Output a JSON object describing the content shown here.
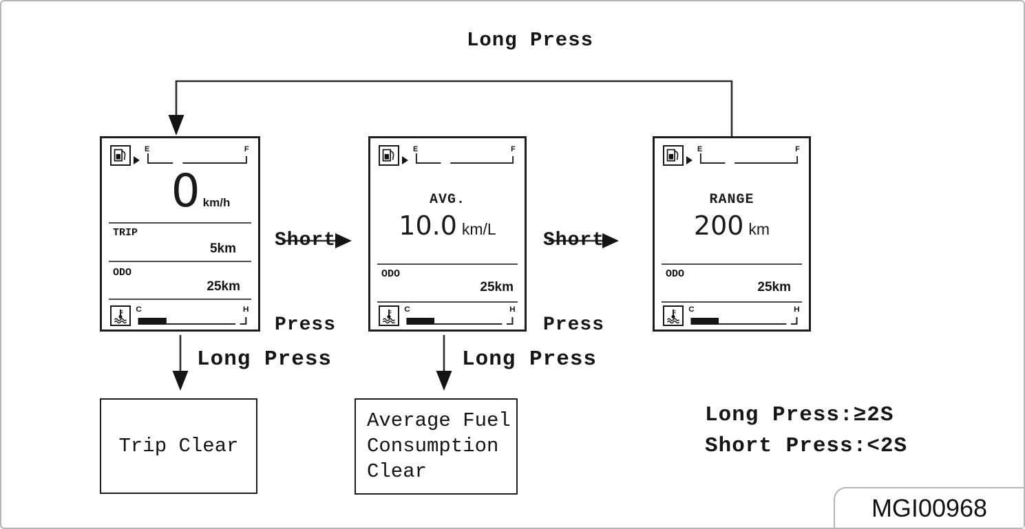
{
  "colors": {
    "ink": "#1a1a1a",
    "connector_line": "#2b2b2b",
    "frame_border": "#b5b5b5"
  },
  "flow": {
    "top_loop_label": "Long Press",
    "short_press_1": {
      "line1": "Short",
      "line2": "Press"
    },
    "short_press_2": {
      "line1": "Short",
      "line2": "Press"
    },
    "long_press_down_1": "Long Press",
    "long_press_down_2": "Long Press"
  },
  "panels": {
    "speed": {
      "fuel": {
        "e": "E",
        "f": "F",
        "icon": "fuel-pump-icon"
      },
      "value": "0",
      "unit": "km/h",
      "trip_label": "TRIP",
      "trip_value": "5km",
      "odo_label": "ODO",
      "odo_value": "25km",
      "temp": {
        "c": "C",
        "h": "H",
        "icon": "coolant-temperature-icon"
      }
    },
    "avg": {
      "fuel": {
        "e": "E",
        "f": "F",
        "icon": "fuel-pump-icon"
      },
      "title": "AVG.",
      "value": "10.0",
      "unit": "km/L",
      "odo_label": "ODO",
      "odo_value": "25km",
      "temp": {
        "c": "C",
        "h": "H",
        "icon": "coolant-temperature-icon"
      }
    },
    "range": {
      "fuel": {
        "e": "E",
        "f": "F",
        "icon": "fuel-pump-icon"
      },
      "title": "RANGE",
      "value": "200",
      "unit": "km",
      "odo_label": "ODO",
      "odo_value": "25km",
      "temp": {
        "c": "C",
        "h": "H",
        "icon": "coolant-temperature-icon"
      }
    }
  },
  "action_boxes": {
    "trip_clear": {
      "line1": "Trip Clear"
    },
    "avg_clear": {
      "line1": "Average Fuel",
      "line2": "Consumption",
      "line3": "Clear"
    }
  },
  "legend": {
    "line1": "Long Press:≥2S",
    "line2": "Short Press:<2S"
  },
  "figure_id": "MGI00968"
}
